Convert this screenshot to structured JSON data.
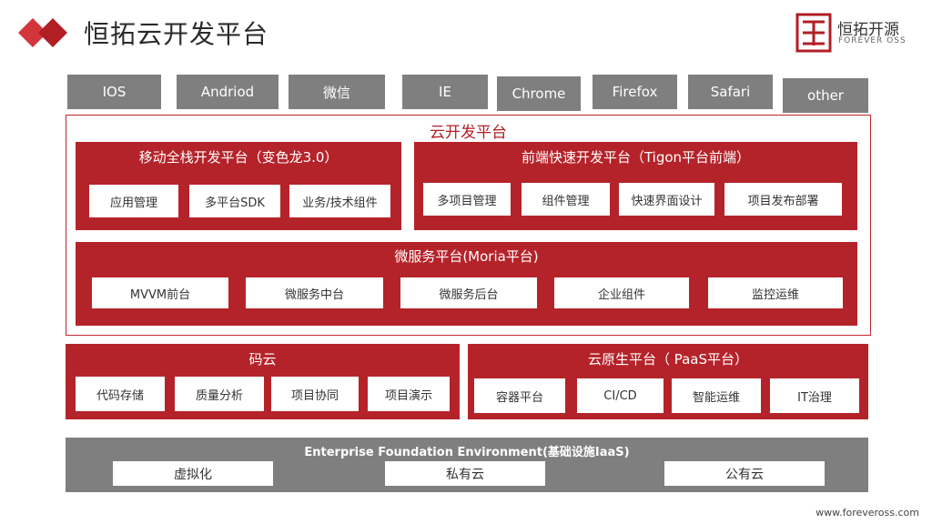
{
  "header": {
    "title": "恒拓云开发平台",
    "brand_name": "恒拓开源",
    "brand_sub": "FOREVER OSS"
  },
  "clients": [
    "IOS",
    "Andriod",
    "微信",
    "IE",
    "Chrome",
    "Firefox",
    "Safari",
    "other"
  ],
  "cloud": {
    "title": "云开发平台",
    "mobile": {
      "title": "移动全栈开发平台（变色龙3.0）",
      "items": [
        "应用管理",
        "多平台SDK",
        "业务/技术组件"
      ]
    },
    "frontend": {
      "title": "前端快速开发平台（Tigon平台前端）",
      "items": [
        "多项目管理",
        "组件管理",
        "快速界面设计",
        "项目发布部署"
      ]
    },
    "micro": {
      "title": "微服务平台(Moria平台)",
      "items": [
        "MVVM前台",
        "微服务中台",
        "微服务后台",
        "企业组件",
        "监控运维"
      ]
    }
  },
  "code_cloud": {
    "title": "码云",
    "items": [
      "代码存储",
      "质量分析",
      "项目协同",
      "项目演示"
    ]
  },
  "paas": {
    "title": "云原生平台（ PaaS平台）",
    "items": [
      "容器平台",
      "CI/CD",
      "智能运维",
      "IT治理"
    ]
  },
  "infra": {
    "title": "Enterprise Foundation Environment(基础设施IaaS)",
    "items": [
      "虚拟化",
      "私有云",
      "公有云"
    ]
  },
  "footer": "www.foreveross.com",
  "colors": {
    "primary_red": "#b5232a",
    "gray": "#7f7f7f"
  }
}
